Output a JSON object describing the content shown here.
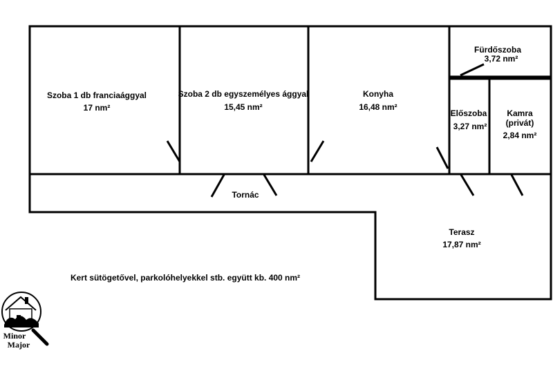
{
  "rooms": {
    "szoba1": {
      "name": "Szoba 1 db franciaággyal",
      "area": "17 nm²"
    },
    "szoba2": {
      "name": "Szoba 2 db egyszemélyes ággyal",
      "area": "15,45 nm²"
    },
    "konyha": {
      "name": "Konyha",
      "area": "16,48 nm²"
    },
    "furdoszoba": {
      "name": "Fürdőszoba",
      "area": "3,72 nm²"
    },
    "eloszoba": {
      "name": "Előszoba",
      "area": "3,27 nm²"
    },
    "kamra": {
      "name": "Kamra",
      "note": "(privát)",
      "area": "2,84 nm²"
    },
    "tornac": {
      "name": "Tornác"
    },
    "terasz": {
      "name": "Terasz",
      "area": "17,87 nm²"
    }
  },
  "garden": {
    "caption": "Kert sütögetővel, parkolóhelyekkel stb. együtt kb. 400 nm²"
  },
  "logo": {
    "line1": "Minor",
    "line2": "Major",
    "icon": "house-magnifier-logo-icon"
  },
  "colors": {
    "walls": "#000000",
    "background": "#ffffff"
  }
}
